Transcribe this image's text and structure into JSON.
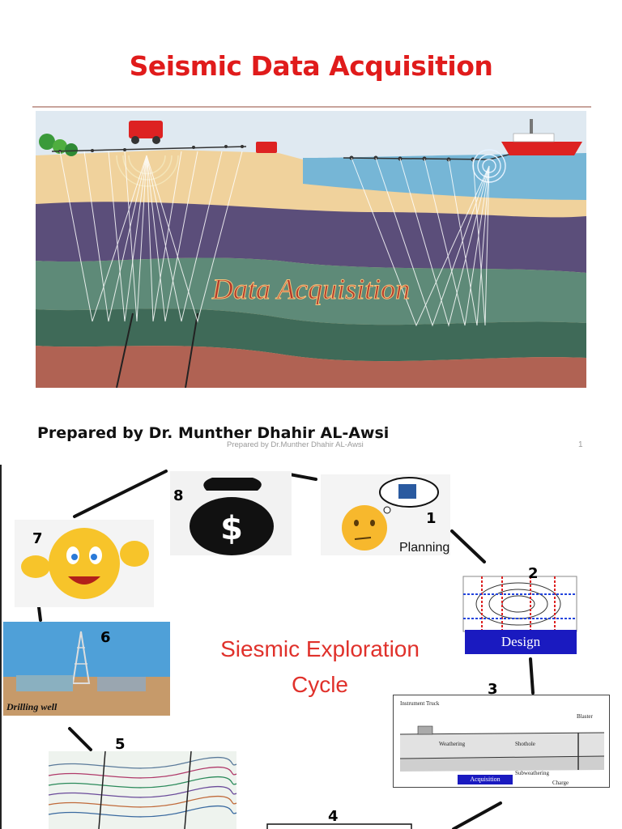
{
  "slide1": {
    "title": "Seismic Data Acquisition",
    "hero_text": "Data Acquisition",
    "author": "Prepared by Dr. Munther Dhahir AL-Awsi",
    "footer": "Prepared by Dr.Munther Dhahir AL-Awsi",
    "page_number": "1"
  },
  "slide2": {
    "cycle_title_line1": "Siesmic Exploration",
    "cycle_title_line2": "Cycle",
    "stages": {
      "n1": "1",
      "n2": "2",
      "n3": "3",
      "n4": "4",
      "n5": "5",
      "n6": "6",
      "n7": "7",
      "n8": "8"
    },
    "planning": "Planning",
    "design": "Design",
    "acquisition": {
      "label": "Acquisition",
      "instrument_truck": "Instrument Truck",
      "blaster": "Blaster",
      "weathering": "Weathering",
      "shothole": "Shothole",
      "subweathering": "Subweathering",
      "charge": "Charge"
    },
    "drilling": "Drilling well"
  },
  "colors": {
    "title_red": "#e01b1b",
    "design_blue": "#1a1ac0"
  }
}
